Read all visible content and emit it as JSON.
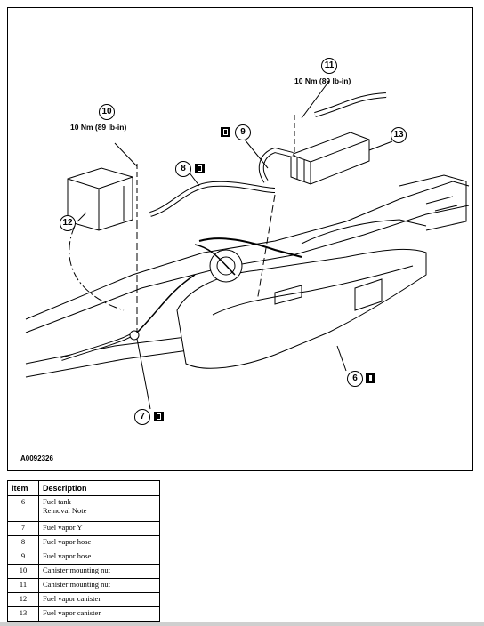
{
  "figure": {
    "id": "A0092326",
    "torque_left": "10 Nm (89 lb-in)",
    "torque_right": "10 Nm (89 lb-in)",
    "callouts": {
      "c6": "6",
      "c7": "7",
      "c8": "8",
      "c9": "9",
      "c10": "10",
      "c11": "11",
      "c12": "12",
      "c13": "13"
    }
  },
  "legend": {
    "headers": {
      "item": "Item",
      "description": "Description"
    },
    "rows": [
      {
        "item": "6",
        "description": "Fuel tank",
        "note": "Removal Note"
      },
      {
        "item": "7",
        "description": "Fuel vapor Y"
      },
      {
        "item": "8",
        "description": "Fuel vapor hose"
      },
      {
        "item": "9",
        "description": "Fuel vapor hose"
      },
      {
        "item": "10",
        "description": "Canister mounting nut"
      },
      {
        "item": "11",
        "description": "Canister mounting nut"
      },
      {
        "item": "12",
        "description": "Fuel vapor canister"
      },
      {
        "item": "13",
        "description": "Fuel vapor canister"
      }
    ]
  }
}
